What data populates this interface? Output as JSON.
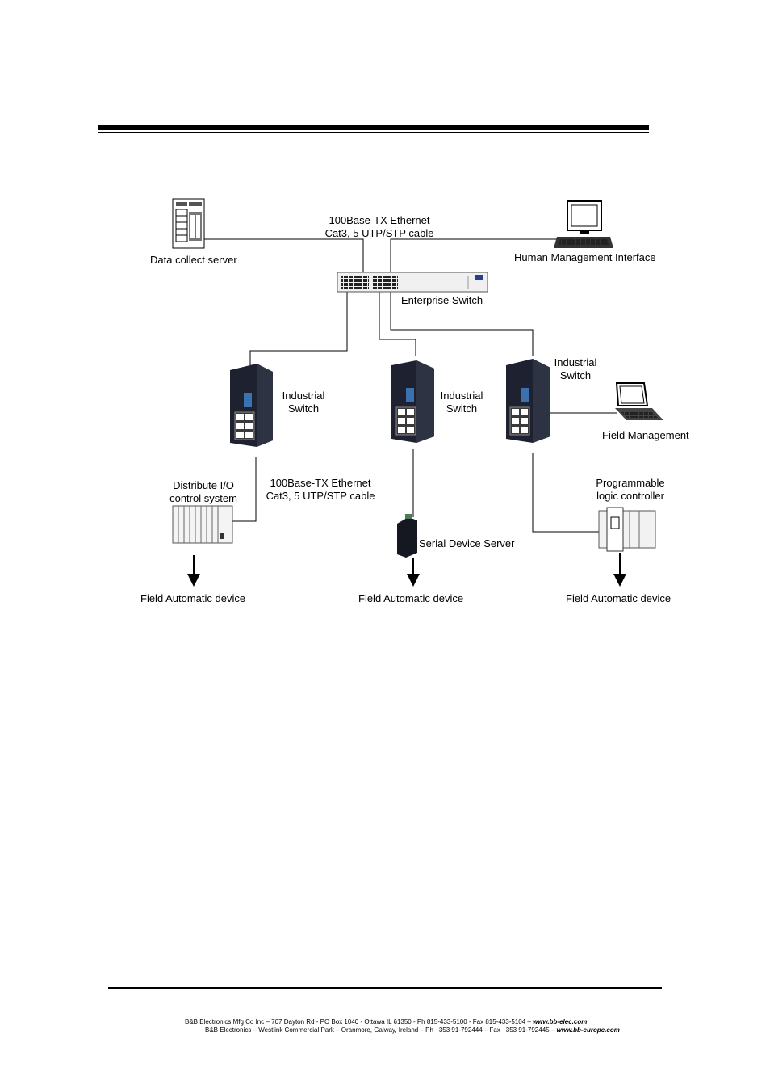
{
  "diagram": {
    "cable_top": [
      "100Base-TX Ethernet",
      "Cat3, 5 UTP/STP cable"
    ],
    "cable_bottom": [
      "100Base-TX Ethernet",
      "Cat3, 5 UTP/STP cable"
    ],
    "data_server": "Data collect server",
    "human_interface": "Human Management Interface",
    "enterprise_switch": "Enterprise Switch",
    "industrial_switch_1": [
      "Industrial",
      "Switch"
    ],
    "industrial_switch_2": [
      "Industrial",
      "Switch"
    ],
    "industrial_switch_3": [
      "Industrial",
      "Switch"
    ],
    "field_management": "Field Management",
    "distribute_io": [
      "Distribute I/O",
      "control system"
    ],
    "serial_device_server": "Serial Device Server",
    "plc": [
      "Programmable",
      "logic controller"
    ],
    "field_device_1": "Field Automatic device",
    "field_device_2": "Field Automatic device",
    "field_device_3": "Field Automatic device"
  },
  "footer": {
    "line1_text": "B&B Electronics Mfg Co Inc – 707 Dayton Rd - PO Box 1040 - Ottawa IL 61350 - Ph 815-433-5100 - Fax 815-433-5104 – ",
    "line1_url": "www.bb-elec.com",
    "line2_text": "B&B Electronics – Westlink Commercial Park – Oranmore, Galway, Ireland – Ph +353 91-792444 – Fax +353 91-792445 – ",
    "line2_url": "www.bb-europe.com"
  }
}
